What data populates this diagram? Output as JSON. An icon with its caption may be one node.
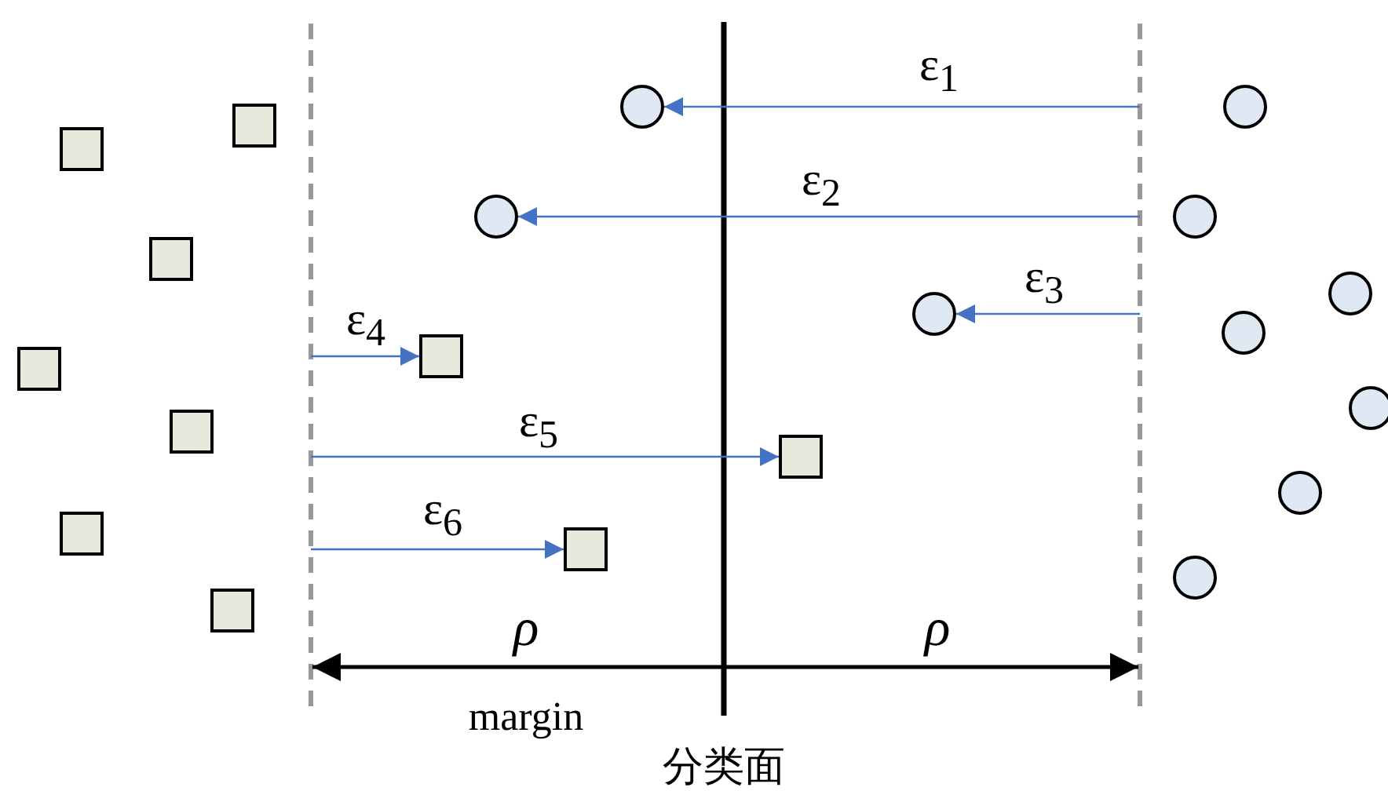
{
  "diagram": {
    "nodes": [
      {
        "text": [],
        "shape": "box"
      },
      {
        "text": [],
        "shape": "box"
      },
      {
        "text": [],
        "shape": "box"
      },
      {
        "text": [],
        "shape": "box"
      },
      {
        "text": [],
        "shape": "box"
      },
      {
        "text": [],
        "shape": "box"
      },
      {
        "text": [],
        "shape": "box"
      },
      {
        "text": [],
        "shape": "box"
      },
      {
        "text": [],
        "shape": "box"
      },
      {
        "text": [],
        "shape": "box"
      },
      {
        "text": [],
        "shape": "circle"
      },
      {
        "text": [],
        "shape": "circle"
      },
      {
        "text": [],
        "shape": "circle"
      },
      {
        "text": [],
        "shape": "circle"
      },
      {
        "text": [],
        "shape": "circle"
      },
      {
        "text": [],
        "shape": "circle"
      },
      {
        "text": [],
        "shape": "circle"
      },
      {
        "text": [],
        "shape": "circle"
      },
      {
        "text": [],
        "shape": "circle"
      },
      {
        "text": [],
        "shape": "circle"
      }
    ],
    "edges": [
      {
        "from": null,
        "to": 11,
        "arrow": "to",
        "label": "ε$_{1}$"
      },
      {
        "from": null,
        "to": 10,
        "arrow": "to",
        "label": "ε$_{2}$"
      },
      {
        "from": null,
        "to": 12,
        "arrow": "to",
        "label": "ε$_{3}$"
      },
      {
        "from": null,
        "to": 7,
        "arrow": "to",
        "label": "ε$_{4}$"
      },
      {
        "from": null,
        "to": 9,
        "arrow": "to",
        "label": "ε$_{5}$"
      },
      {
        "from": null,
        "to": 8,
        "arrow": "to",
        "label": "ε$_{6}$"
      }
    ],
    "labels": [
      "ρ",
      "ρ",
      "margin",
      "分类面"
    ]
  }
}
